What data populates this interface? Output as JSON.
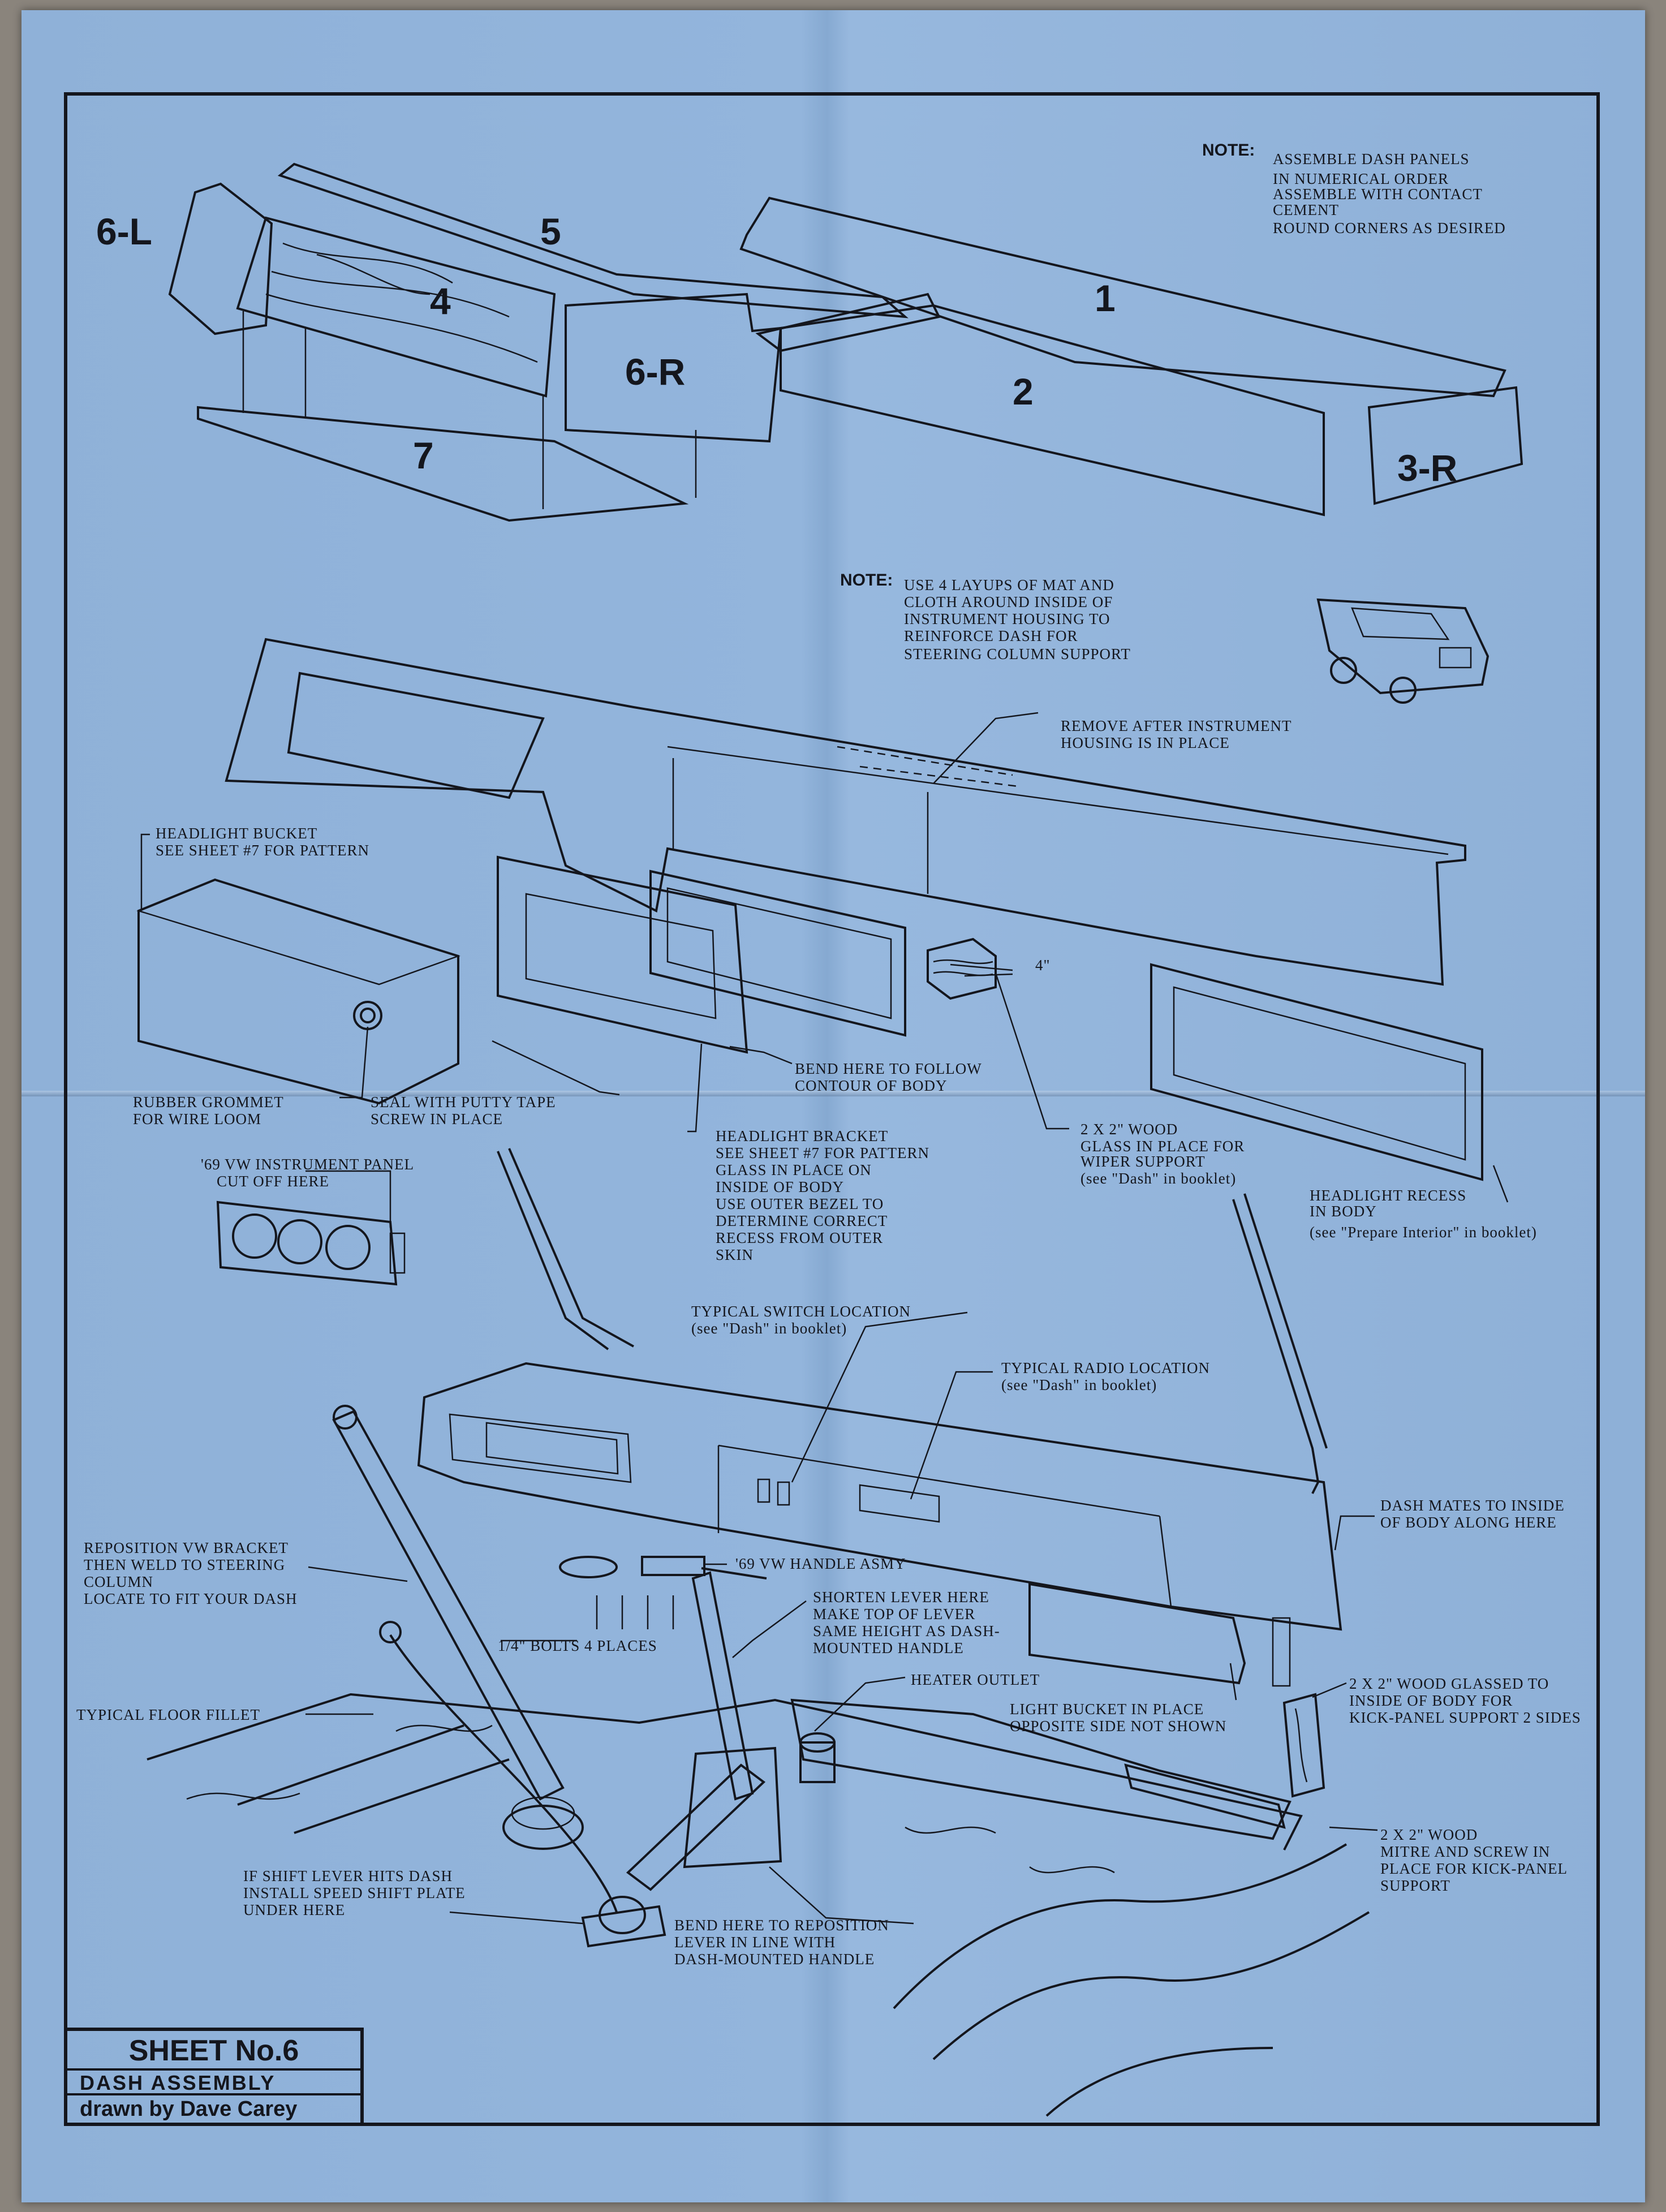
{
  "notes": {
    "top_head": "NOTE:",
    "top_lines": [
      "ASSEMBLE DASH PANELS",
      "IN NUMERICAL ORDER",
      "ASSEMBLE WITH CONTACT",
      "CEMENT",
      "ROUND CORNERS AS DESIRED"
    ],
    "mid_head": "NOTE:",
    "mid_lines": [
      "USE 4 LAYUPS OF MAT AND",
      "CLOTH AROUND INSIDE OF",
      "INSTRUMENT HOUSING TO",
      "REINFORCE DASH FOR",
      "STEERING COLUMN SUPPORT"
    ]
  },
  "parts": {
    "p1": "1",
    "p2": "2",
    "p3r": "3-R",
    "p4": "4",
    "p5": "5",
    "p6l": "6-L",
    "p6r": "6-R",
    "p7": "7"
  },
  "callouts": {
    "remove": [
      "REMOVE AFTER INSTRUMENT",
      "HOUSING IS IN PLACE"
    ],
    "headlight_bucket": [
      "HEADLIGHT BUCKET",
      "SEE SHEET #7 FOR PATTERN"
    ],
    "four_inch": "4\"",
    "bend_contour": [
      "BEND HERE TO FOLLOW",
      "CONTOUR OF BODY"
    ],
    "rubber_grommet": [
      "RUBBER GROMMET",
      "FOR WIRE LOOM"
    ],
    "seal_putty": [
      "SEAL WITH PUTTY TAPE",
      "SCREW IN PLACE"
    ],
    "headlight_bracket": [
      "HEADLIGHT BRACKET",
      "SEE SHEET #7 FOR PATTERN",
      "GLASS IN PLACE ON",
      "INSIDE OF BODY",
      "USE OUTER BEZEL TO",
      "DETERMINE CORRECT",
      "RECESS FROM OUTER",
      "SKIN"
    ],
    "wood_wiper": [
      "2 X 2\" WOOD",
      "GLASS IN PLACE FOR",
      "WIPER SUPPORT",
      "(see \"Dash\" in booklet)"
    ],
    "headlight_recess": [
      "HEADLIGHT RECESS",
      "IN BODY",
      "(see \"Prepare Interior\" in booklet)"
    ],
    "vw_panel": [
      "'69 VW INSTRUMENT PANEL",
      "CUT OFF HERE"
    ],
    "switch": [
      "TYPICAL SWITCH LOCATION",
      "(see \"Dash\" in booklet)"
    ],
    "radio": [
      "TYPICAL RADIO LOCATION",
      "(see \"Dash\" in booklet)"
    ],
    "dash_mates": [
      "DASH MATES TO INSIDE",
      "OF BODY ALONG HERE"
    ],
    "vw_bracket": [
      "REPOSITION VW BRACKET",
      "THEN WELD TO STEERING",
      "COLUMN",
      "LOCATE TO FIT YOUR DASH"
    ],
    "handle": "'69 VW HANDLE ASMY",
    "shorten": [
      "SHORTEN LEVER HERE",
      "MAKE TOP OF LEVER",
      "SAME HEIGHT AS DASH-",
      "MOUNTED HANDLE"
    ],
    "bolts": "1/4\" BOLTS 4 PLACES",
    "heater": "HEATER OUTLET",
    "floor_fillet": "TYPICAL FLOOR FILLET",
    "light_bucket": [
      "LIGHT BUCKET IN PLACE",
      "OPPOSITE SIDE NOT SHOWN"
    ],
    "kick_panel": [
      "2 X 2\" WOOD GLASSED TO",
      "INSIDE OF BODY FOR",
      "KICK-PANEL SUPPORT 2 SIDES"
    ],
    "mitre": [
      "2 X 2\" WOOD",
      "MITRE AND SCREW IN",
      "PLACE FOR KICK-PANEL",
      "SUPPORT"
    ],
    "shift": [
      "IF SHIFT LEVER HITS DASH",
      "INSTALL SPEED SHIFT PLATE",
      "UNDER HERE"
    ],
    "bend_reposition": [
      "BEND HERE TO REPOSITION",
      "LEVER IN LINE WITH",
      "DASH-MOUNTED HANDLE"
    ]
  },
  "title_block": {
    "sheet": "SHEET No.6",
    "title": "DASH ASSEMBLY",
    "author": "drawn by Dave Carey"
  },
  "colors": {
    "paper": "#8fb1d8",
    "ink": "#14161d",
    "carpet": "#8a847c"
  }
}
